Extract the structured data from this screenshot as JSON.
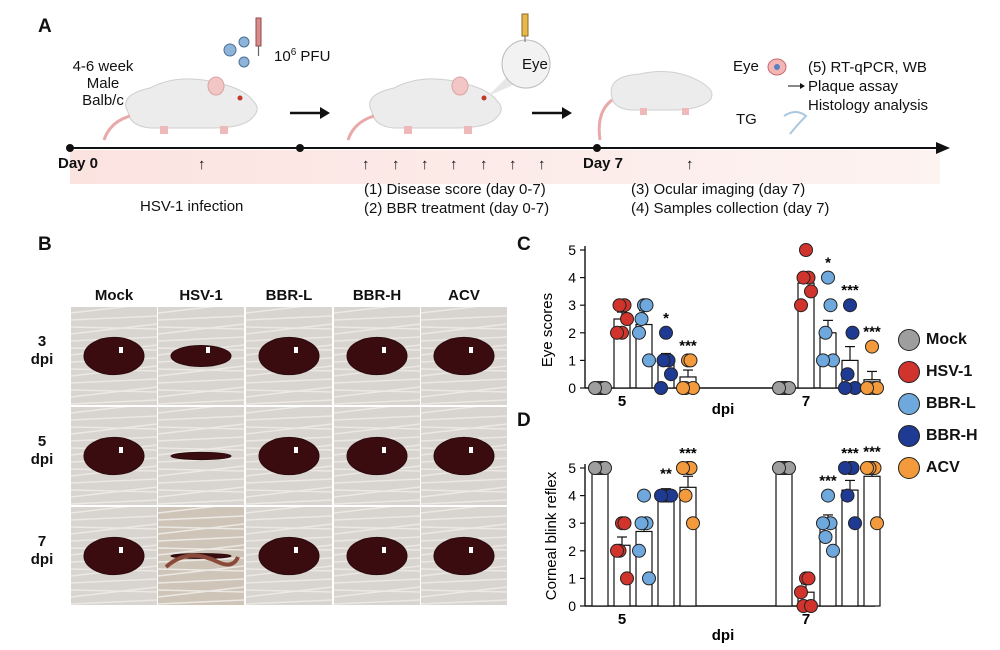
{
  "panels": {
    "a": "A",
    "b": "B",
    "c": "C",
    "d": "D"
  },
  "timeline": {
    "mouse_info": [
      "4-6 week",
      "Male",
      "Balb/c"
    ],
    "dose_base": "10",
    "dose_exp": "6",
    "dose_unit": " PFU",
    "eye_bubble": "Eye",
    "day0": "Day 0",
    "day7": "Day 7",
    "infection": "HSV-1 infection",
    "steps_left": [
      "(1) Disease score (day 0-7)",
      "(2) BBR treatment (day 0-7)"
    ],
    "steps_right": [
      "(3) Ocular imaging (day 7)",
      "(4) Samples collection (day 7)"
    ],
    "tissue_eye": "Eye",
    "tissue_tg": "TG",
    "analysis": [
      "(5) RT-qPCR, WB",
      "Plaque assay",
      "Histology analysis"
    ],
    "arrow_glyph": "↑"
  },
  "photo_grid": {
    "columns": [
      "Mock",
      "HSV-1",
      "BBR-L",
      "BBR-H",
      "ACV"
    ],
    "rows": [
      [
        "3",
        "dpi"
      ],
      [
        "5",
        "dpi"
      ],
      [
        "7",
        "dpi"
      ]
    ]
  },
  "colors": {
    "Mock": "#9e9e9e",
    "HSV-1": "#d0342c",
    "BBR-L": "#6fa8dc",
    "BBR-H": "#1f3a93",
    "ACV": "#f39a3c"
  },
  "legend": [
    "Mock",
    "HSV-1",
    "BBR-L",
    "BBR-H",
    "ACV"
  ],
  "chart_data": [
    {
      "type": "bar",
      "panel": "C",
      "ylabel": "Eye scores",
      "xlabel": "dpi",
      "ylim": [
        0,
        5
      ],
      "yticks": [
        "0",
        "1",
        "2",
        "3",
        "4",
        "5"
      ],
      "categories": [
        "5",
        "7"
      ],
      "series": [
        {
          "name": "Mock",
          "values": [
            0,
            0
          ],
          "errors": [
            0,
            0
          ],
          "points": [
            [
              0,
              0,
              0,
              0,
              0
            ],
            [
              0,
              0,
              0,
              0,
              0
            ]
          ],
          "stars": [
            "",
            ""
          ]
        },
        {
          "name": "HSV-1",
          "values": [
            2.5,
            3.8
          ],
          "errors": [
            0.25,
            0.25
          ],
          "points": [
            [
              2,
              3,
              3,
              2.5,
              2
            ],
            [
              5,
              4,
              4,
              3.5,
              3
            ]
          ],
          "stars": [
            "",
            ""
          ]
        },
        {
          "name": "BBR-L",
          "values": [
            2.3,
            2.0
          ],
          "errors": [
            0.5,
            0.45
          ],
          "points": [
            [
              3,
              3,
              2.5,
              1,
              2
            ],
            [
              4,
              3,
              2,
              1,
              1
            ]
          ],
          "stars": [
            "",
            "*"
          ]
        },
        {
          "name": "BBR-H",
          "values": [
            1.0,
            1.0
          ],
          "errors": [
            0.25,
            0.5
          ],
          "points": [
            [
              2,
              1,
              1,
              0.5,
              0
            ],
            [
              3,
              2,
              0.5,
              0,
              0
            ]
          ],
          "stars": [
            "*",
            "***"
          ]
        },
        {
          "name": "ACV",
          "values": [
            0.4,
            0.3
          ],
          "errors": [
            0.25,
            0.3
          ],
          "points": [
            [
              1,
              1,
              0,
              0,
              0
            ],
            [
              1.5,
              0,
              0,
              0,
              0
            ]
          ],
          "stars": [
            "***",
            "***"
          ]
        }
      ]
    },
    {
      "type": "bar",
      "panel": "D",
      "ylabel": "Corneal blink reflex",
      "xlabel": "dpi",
      "ylim": [
        0,
        5
      ],
      "yticks": [
        "0",
        "1",
        "2",
        "3",
        "4",
        "5"
      ],
      "categories": [
        "5",
        "7"
      ],
      "series": [
        {
          "name": "Mock",
          "values": [
            5,
            5
          ],
          "errors": [
            0,
            0
          ],
          "points": [
            [
              5,
              5,
              5,
              5,
              5
            ],
            [
              5,
              5,
              5,
              5,
              5
            ]
          ],
          "stars": [
            "",
            ""
          ]
        },
        {
          "name": "HSV-1",
          "values": [
            2.2,
            0.5
          ],
          "errors": [
            0.3,
            0.3
          ],
          "points": [
            [
              3,
              3,
              2,
              1,
              2
            ],
            [
              1,
              1,
              0,
              0,
              0.5
            ]
          ],
          "stars": [
            "",
            ""
          ]
        },
        {
          "name": "BBR-L",
          "values": [
            2.7,
            2.9
          ],
          "errors": [
            0.5,
            0.4
          ],
          "points": [
            [
              4,
              3,
              3,
              1,
              2
            ],
            [
              4,
              3,
              2.5,
              2,
              3
            ]
          ],
          "stars": [
            "",
            "***"
          ]
        },
        {
          "name": "BBR-H",
          "values": [
            4.0,
            4.2
          ],
          "errors": [
            0.25,
            0.35
          ],
          "points": [
            [
              4,
              4,
              4,
              4,
              4
            ],
            [
              5,
              5,
              4,
              3,
              5
            ]
          ],
          "stars": [
            "**",
            "***"
          ]
        },
        {
          "name": "ACV",
          "values": [
            4.3,
            4.7
          ],
          "errors": [
            0.4,
            0.35
          ],
          "points": [
            [
              5,
              5,
              4,
              3,
              5
            ],
            [
              5,
              5,
              5,
              3,
              5
            ]
          ],
          "stars": [
            "***",
            "***"
          ]
        }
      ]
    }
  ]
}
